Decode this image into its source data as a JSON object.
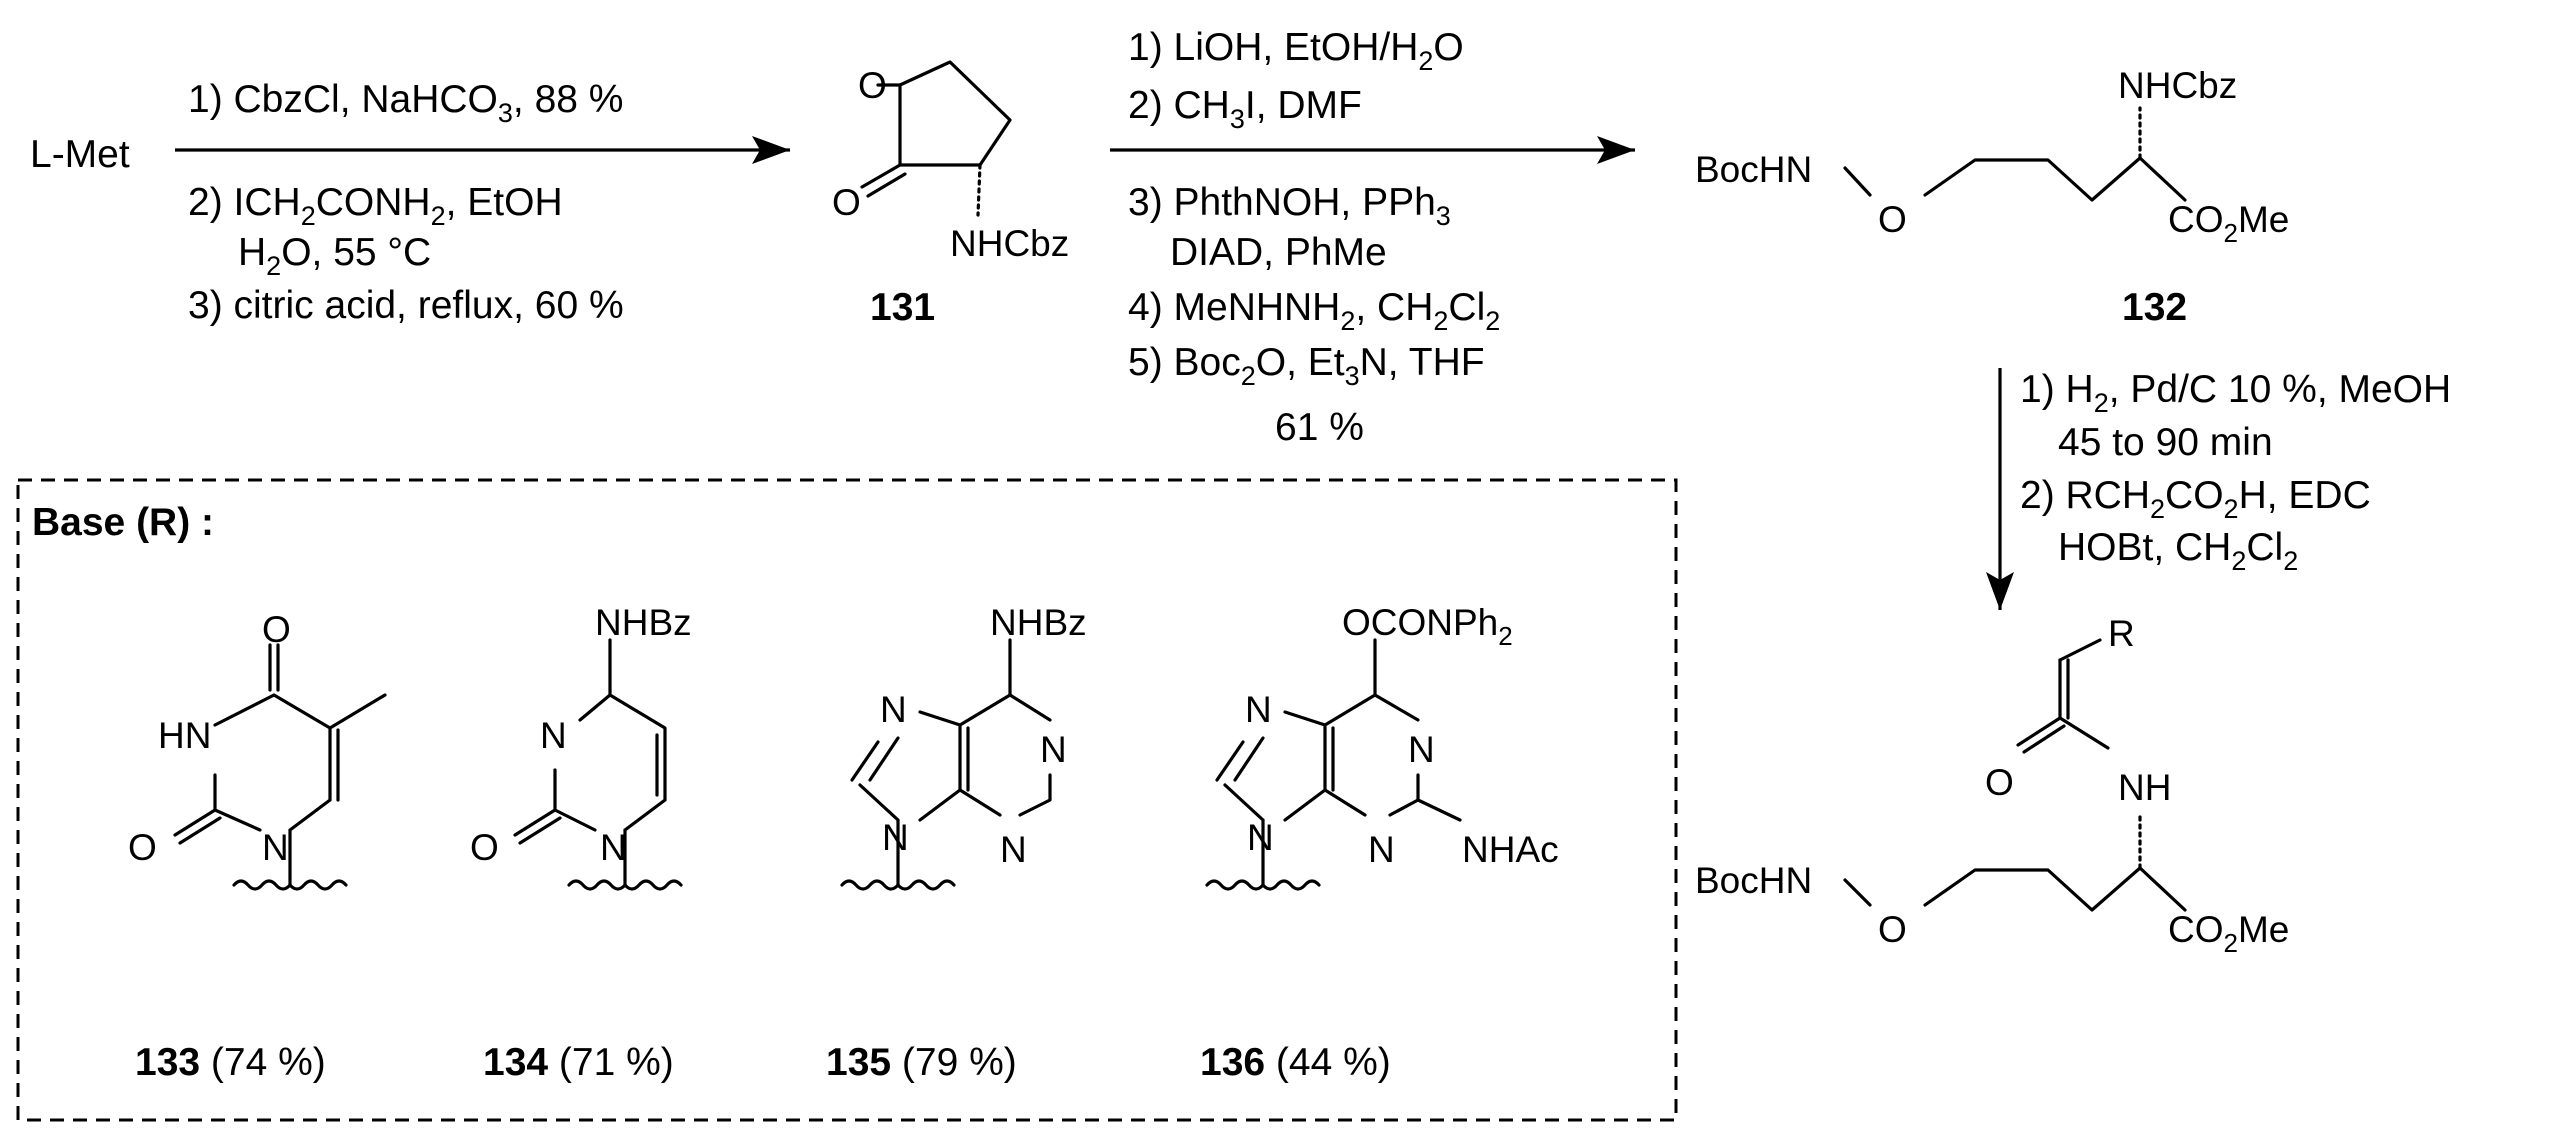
{
  "start_material": "L-Met",
  "arrow1": {
    "above": [
      "1) CbzCl, NaHCO",
      "3",
      ", 88 %"
    ],
    "below1": [
      "2) ICH",
      "2",
      "CONH",
      "2",
      ", EtOH"
    ],
    "below2": [
      "H",
      "2",
      "O, 55 °C"
    ],
    "below3": "3) citric acid, reflux, 60 %"
  },
  "cmpd131": {
    "number": "131",
    "O_ring": "O",
    "O_carbonyl": "O",
    "amine": "NHCbz"
  },
  "arrow2": {
    "above1": [
      "1) LiOH, EtOH/H",
      "2",
      "O"
    ],
    "above2": [
      "2) CH",
      "3",
      "I, DMF"
    ],
    "below1": [
      "3) PhthNOH, PPh",
      "3"
    ],
    "below2": "DIAD, PhMe",
    "below3": [
      "4) MeNHNH",
      "2",
      ", CH",
      "2",
      "Cl",
      "2"
    ],
    "below4": [
      "5) Boc",
      "2",
      "O, Et",
      "3",
      "N, THF"
    ],
    "yield": "61 %"
  },
  "cmpd132": {
    "number": "132",
    "bochn": "BocHN",
    "o": "O",
    "nhcbz": "NHCbz",
    "ester": [
      "CO",
      "2",
      "Me"
    ]
  },
  "arrow3": {
    "l1": [
      "1) H",
      "2",
      ", Pd/C 10 %, MeOH"
    ],
    "l2": "45 to 90 min",
    "l3": [
      "2) RCH",
      "2",
      "CO",
      "2",
      "H, EDC"
    ],
    "l4": [
      "HOBt, CH",
      "2",
      "Cl",
      "2"
    ]
  },
  "final": {
    "r": "R",
    "o_amide": "O",
    "nh": "NH",
    "bochn": "BocHN",
    "o": "O",
    "ester": [
      "CO",
      "2",
      "Me"
    ]
  },
  "base_box": {
    "title": "Base (R) :"
  },
  "c133": {
    "num": "133",
    "yield": " (74 %)",
    "o_top": "O",
    "hn": "HN",
    "o_bot": "O",
    "n1": "N"
  },
  "c134": {
    "num": "134",
    "yield": " (71 %)",
    "nhbz": "NHBz",
    "n3": "N",
    "o2": "O",
    "n1": "N"
  },
  "c135": {
    "num": "135",
    "yield": " (79 %)",
    "nhbz": "NHBz",
    "n7": "N",
    "n9": "N",
    "n1": "N",
    "n3": "N"
  },
  "c136": {
    "num": "136",
    "yield": " (44 %)",
    "ocon": [
      "OCONPh",
      "2"
    ],
    "n7": "N",
    "n9": "N",
    "n1": "N",
    "n3": "N",
    "nhac": "NHAc"
  }
}
